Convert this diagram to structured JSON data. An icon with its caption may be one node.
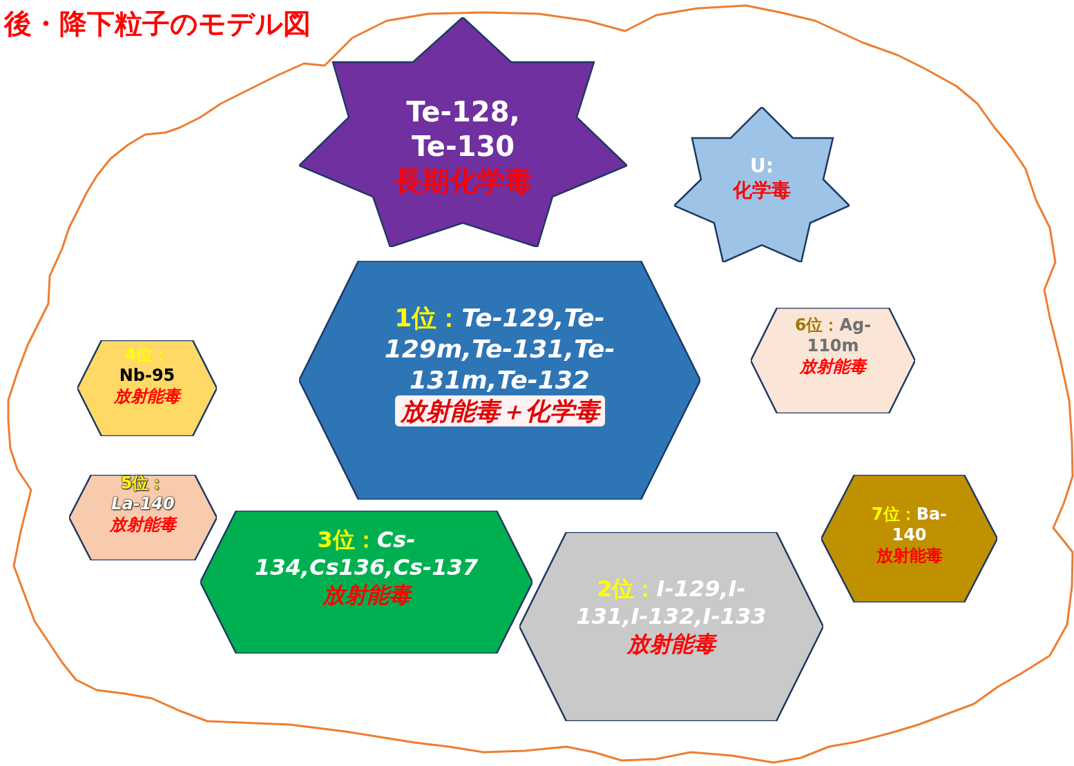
{
  "diagram": {
    "title": "後・降下粒子のモデル図",
    "nodes": [
      {
        "text": [
          "Te-128, Te-130",
          "長期化学毒"
        ]
      },
      {
        "text": [
          "U:",
          "化学毒"
        ]
      },
      {
        "text": [
          "1位：",
          "Te-129,Te-129m,Te-131,Te-131m,Te-132",
          "放射能毒＋化学毒"
        ]
      },
      {
        "text": [
          "4位：",
          "Nb-95",
          "放射能毒"
        ]
      },
      {
        "text": [
          "6位：",
          "Ag-110m",
          "放射能毒"
        ]
      },
      {
        "text": [
          "5位：",
          "La-140",
          "放射能毒"
        ]
      },
      {
        "text": [
          "3位：",
          "Cs-134,Cs136,Cs-137",
          "放射能毒"
        ]
      },
      {
        "text": [
          "7位：",
          "Ba-140",
          "放射能毒"
        ]
      },
      {
        "text": [
          "2位：",
          "I-129,I-131,I-132,I-133",
          "放射能毒"
        ]
      }
    ],
    "edges": []
  }
}
